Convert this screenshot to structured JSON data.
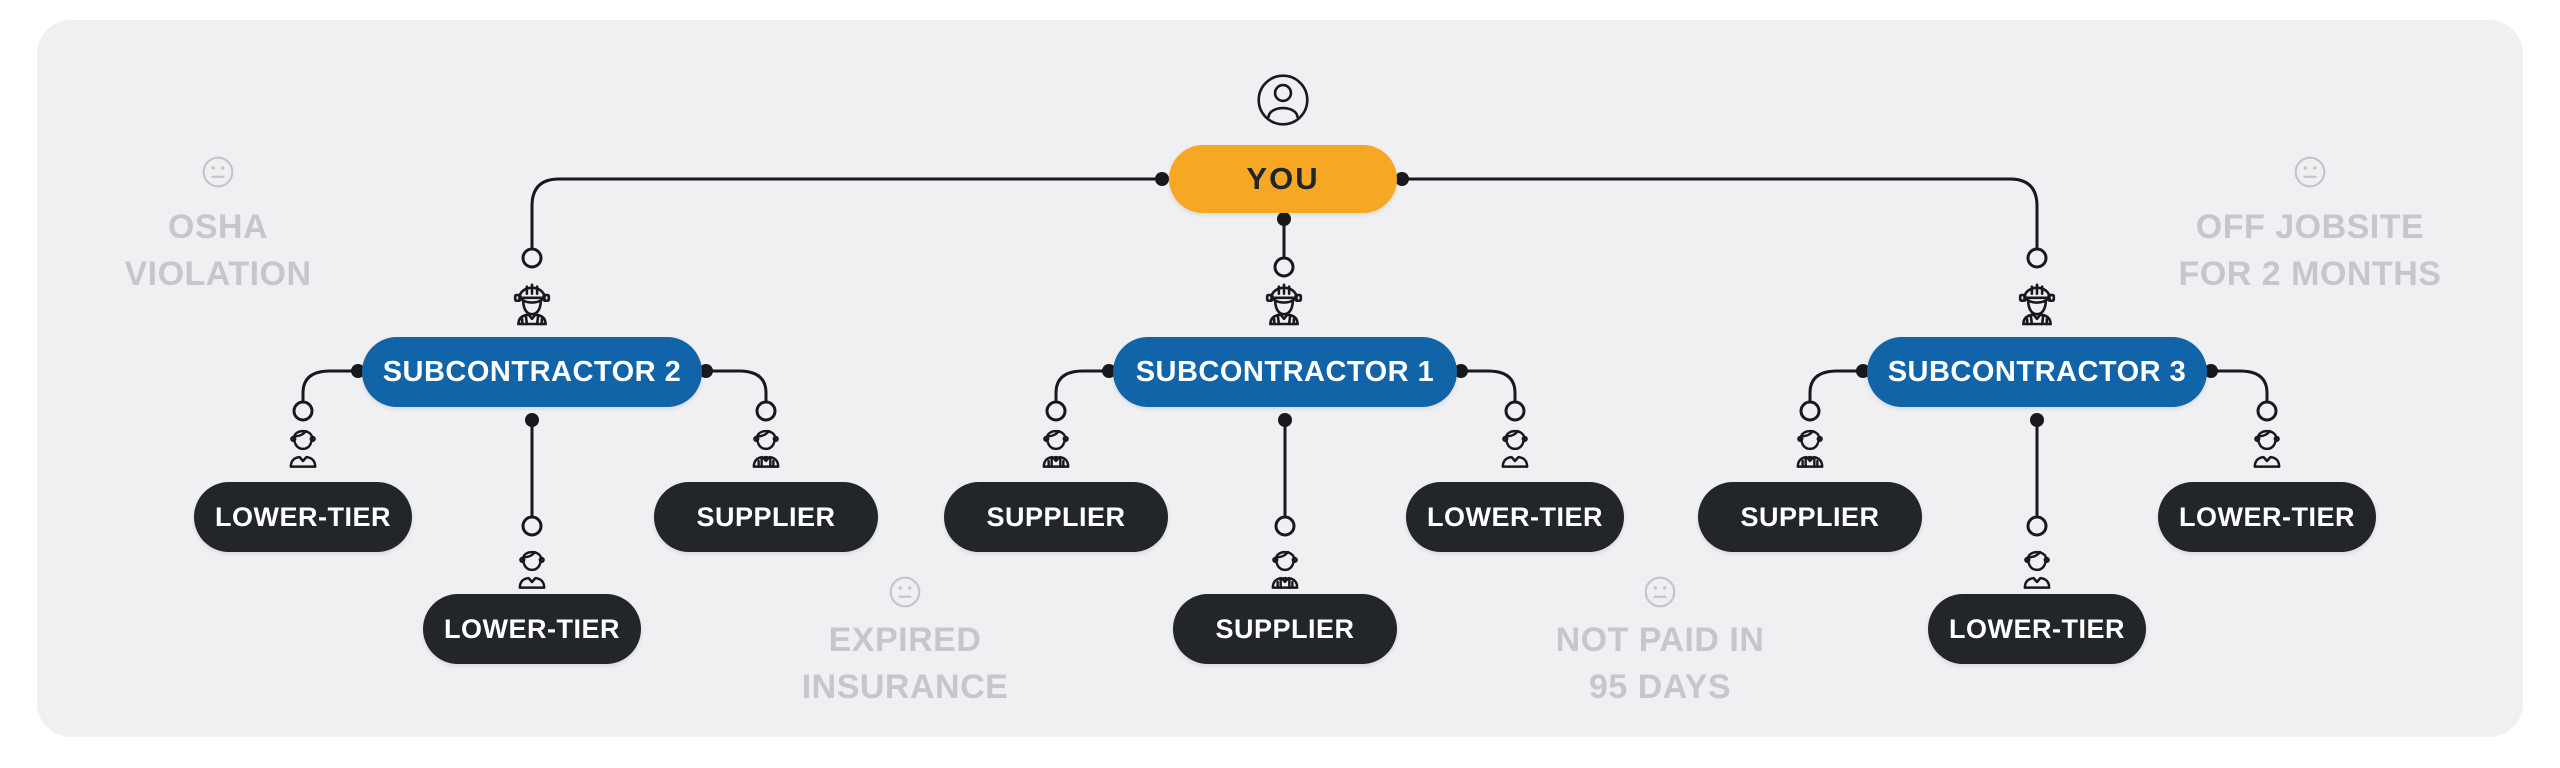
{
  "palette": {
    "panel_background": "#f0f0f3",
    "page_background": "#ffffff",
    "you_pill": "#f6a723",
    "subcontractor_pill": "#1164a8",
    "child_pill": "#22262a",
    "connector_line": "#17191c",
    "muted_annotation": "#c6c7cc"
  },
  "org_chart": {
    "root": {
      "label": "YOU",
      "icon": "person-in-circle-icon"
    },
    "subcontractors": [
      {
        "label": "SUBCONTRACTOR 2",
        "icon": "construction-worker-icon",
        "children": [
          {
            "label": "LOWER-TIER",
            "icon": "person-icon",
            "position": "left"
          },
          {
            "label": "LOWER-TIER",
            "icon": "person-icon",
            "position": "bottom"
          },
          {
            "label": "SUPPLIER",
            "icon": "supplier-person-icon",
            "position": "right"
          }
        ]
      },
      {
        "label": "SUBCONTRACTOR 1",
        "icon": "construction-worker-icon",
        "children": [
          {
            "label": "SUPPLIER",
            "icon": "supplier-person-icon",
            "position": "left"
          },
          {
            "label": "SUPPLIER",
            "icon": "supplier-person-icon",
            "position": "bottom"
          },
          {
            "label": "LOWER-TIER",
            "icon": "person-icon",
            "position": "right"
          }
        ]
      },
      {
        "label": "SUBCONTRACTOR 3",
        "icon": "construction-worker-icon",
        "children": [
          {
            "label": "SUPPLIER",
            "icon": "supplier-person-icon",
            "position": "left"
          },
          {
            "label": "LOWER-TIER",
            "icon": "person-icon",
            "position": "bottom"
          },
          {
            "label": "LOWER-TIER",
            "icon": "person-icon",
            "position": "right"
          }
        ]
      }
    ]
  },
  "annotations": [
    {
      "icon": "neutral-face-icon",
      "line1": "OSHA",
      "line2": "VIOLATION"
    },
    {
      "icon": "neutral-face-icon",
      "line1": "EXPIRED",
      "line2": "INSURANCE"
    },
    {
      "icon": "neutral-face-icon",
      "line1": "NOT PAID IN",
      "line2": "95 DAYS"
    },
    {
      "icon": "neutral-face-icon",
      "line1": "OFF JOBSITE",
      "line2": "FOR 2 MONTHS"
    }
  ]
}
